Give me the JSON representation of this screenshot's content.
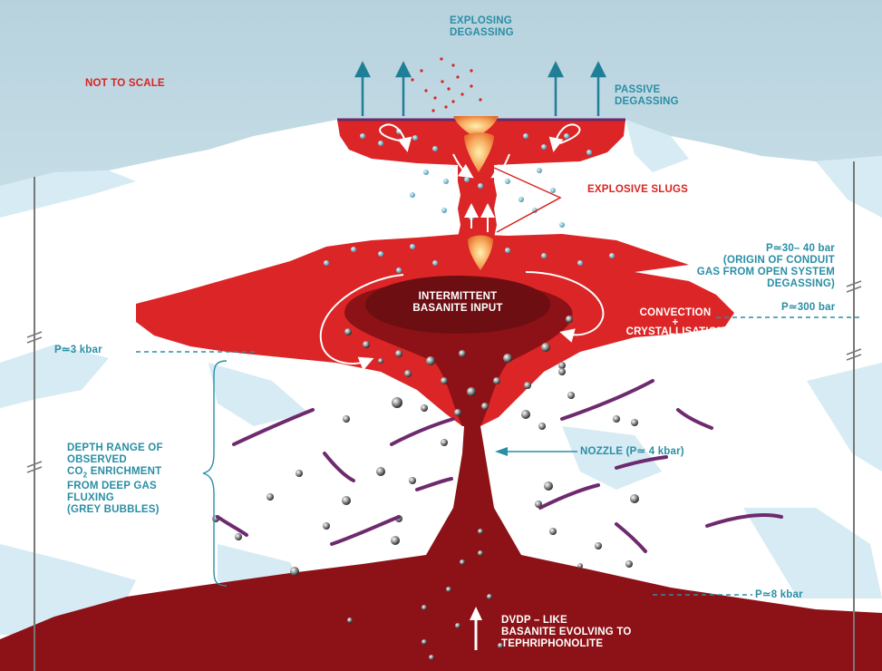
{
  "colors": {
    "sky": "#b9d4df",
    "magma_bright": "#dc2526",
    "magma_dark": "#8c1217",
    "label_teal": "#2a8ea4",
    "label_red": "#d8241f",
    "bubble": "#7fc0d6"
  },
  "labels": {
    "not_to_scale": "NOT TO SCALE",
    "explosive_degassing": [
      "EXPLOSING",
      "DEGASSING"
    ],
    "passive_degassing": [
      "PASSIVE",
      "DEGASSING"
    ],
    "explosive_slugs": "EXPLOSIVE SLUGS",
    "conduit_gas": [
      "P≃30– 40 bar",
      "(ORIGIN OF CONDUIT",
      "GAS FROM OPEN SYSTEM",
      "DEGASSING)"
    ],
    "intermittent_input": [
      "INTERMITTENT",
      "BASANITE INPUT"
    ],
    "convection": "CONVECTION",
    "plus": "+",
    "crystallisation": "CRYSTALLISATION",
    "p_300_bar": "P≃300 bar",
    "p_3_kbar": "P≃3 kbar",
    "depth_range": [
      "DEPTH RANGE OF",
      "OBSERVED"
    ],
    "co2_main": "CO",
    "co2_sub": "2",
    "co2_rest": " ENRICHMENT",
    "depth_range_rest": [
      "FROM DEEP GAS",
      "FLUXING",
      "(GREY BUBBLES)"
    ],
    "nozzle": "NOZZLE (P≃ 4 kbar)",
    "p_8_kbar": "P≃8 kbar",
    "dvdp": [
      "DVDP – LIKE",
      "BASANITE EVOLVING TO",
      "TEPHRIPHONOLITE"
    ]
  },
  "icons": [
    "upward-arrow-icon",
    "circulation-arrow-icon",
    "grey-bubble-icon",
    "gas-bubble-icon"
  ]
}
